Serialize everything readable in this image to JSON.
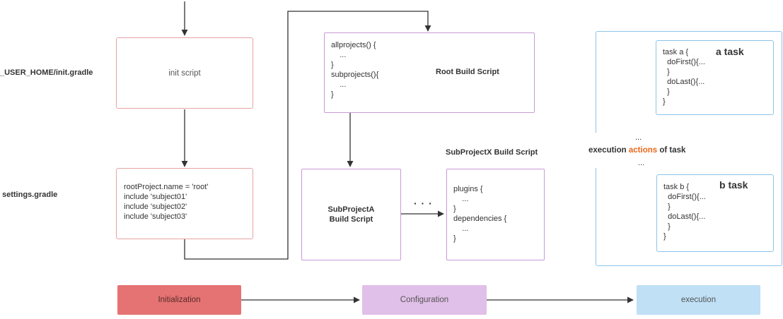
{
  "side_labels": {
    "init": "_USER_HOME/init.gradle",
    "settings": "settings.gradle"
  },
  "init_box": {
    "text": "init script"
  },
  "settings_box": {
    "lines": [
      "rootProject.name = 'root'",
      "include 'subject01'",
      "include 'subject02'",
      "include 'subject03'"
    ]
  },
  "root_script": {
    "code": [
      "allprojects() {",
      "    ...",
      "}",
      "subprojects(){",
      "    ...",
      "}"
    ],
    "title": "Root Build Script"
  },
  "subproject_a": {
    "title_line1": "SubProjectA",
    "title_line2": "Build Script"
  },
  "ellipsis": "· · ·",
  "subproject_x": {
    "title": "SubProjectX Build Script",
    "code": [
      "plugins {",
      "    ...",
      "}",
      "dependencies {",
      "    ...",
      "}"
    ]
  },
  "task_a": {
    "title": "a task",
    "code": [
      "task a {",
      "  doFirst(){...",
      "  }",
      "  doLast(){...",
      "  }",
      "}"
    ]
  },
  "task_b": {
    "title": "b task",
    "code": [
      "task b {",
      "  doFirst(){...",
      "  }",
      "  doLast(){...",
      "  }",
      "}"
    ]
  },
  "execution_actions": {
    "dots_top": "...",
    "prefix": "execution ",
    "highlight": "actions",
    "suffix": " of task",
    "dots_bottom": "..."
  },
  "phases": {
    "initialization": "Initialization",
    "configuration": "Configuration",
    "execution": "execution"
  },
  "colors": {
    "initialization": "#e57373",
    "configuration": "#e0bfe8",
    "execution": "#bfe0f5",
    "highlight": "#e8671a"
  }
}
